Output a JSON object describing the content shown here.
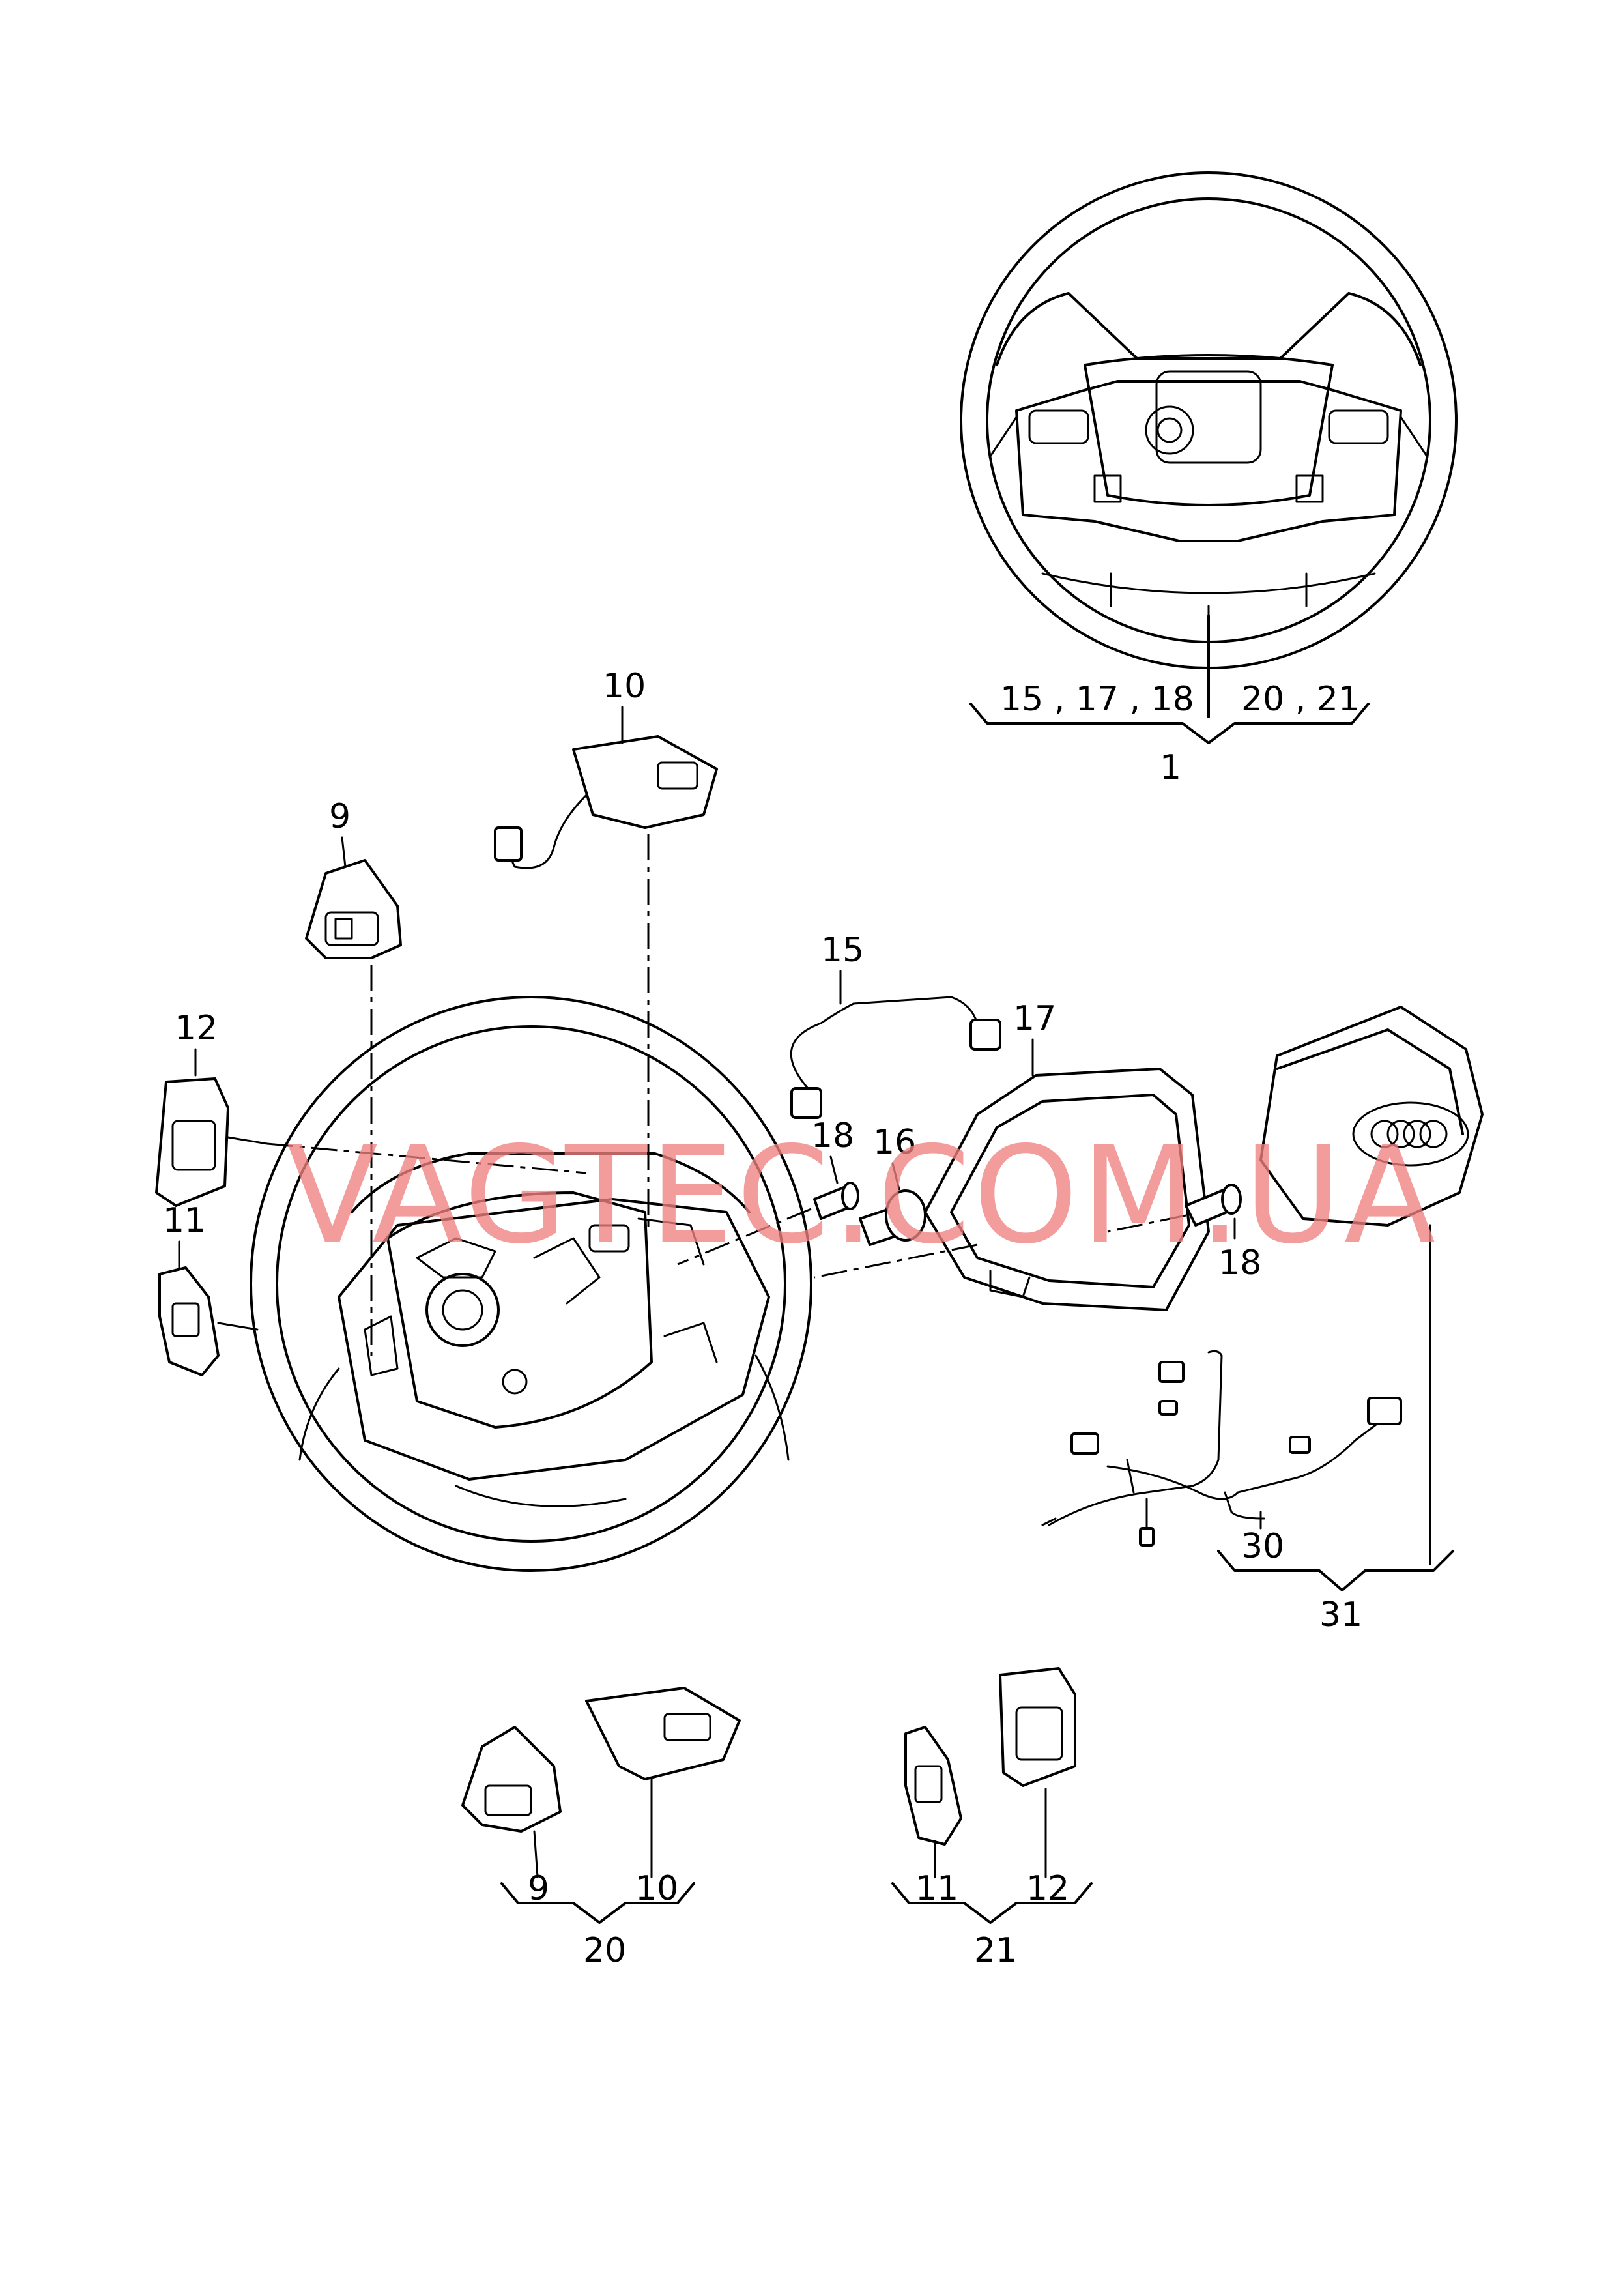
{
  "watermark": "VAGTEC.COM.UA",
  "callouts": {
    "c1": "1",
    "c9": "9",
    "c10": "10",
    "c11": "11",
    "c12": "12",
    "c15": "15",
    "c16": "16",
    "c17": "17",
    "c18a": "18",
    "c18b": "18",
    "c20": "20",
    "c21": "21",
    "c30": "30",
    "c31": "31",
    "g1_left": "15 , 17 , 18",
    "g1_right": "20 , 21",
    "g20_a": "9",
    "g20_b": "10",
    "g21_a": "11",
    "g21_b": "12"
  },
  "colors": {
    "line": "#000000",
    "watermark": "#f08080",
    "background": "#ffffff"
  }
}
